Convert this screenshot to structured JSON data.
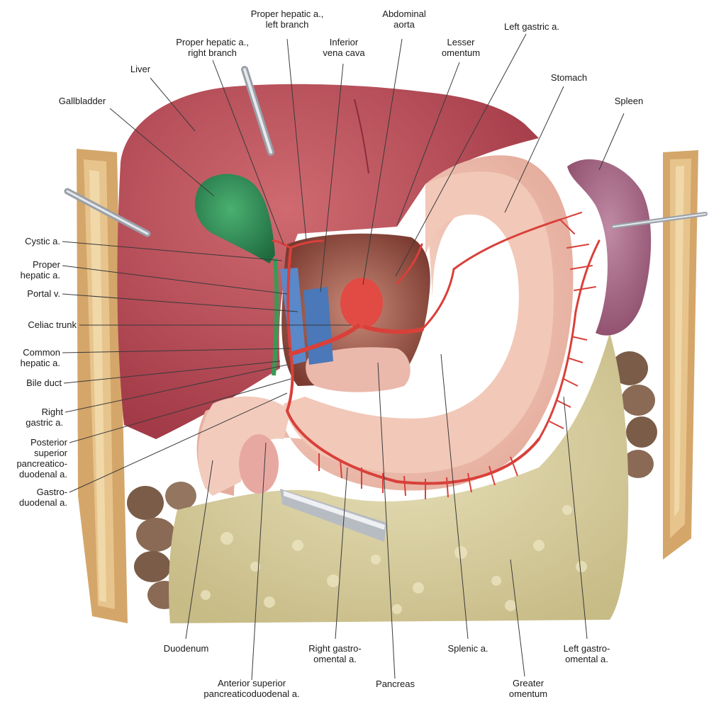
{
  "labels": {
    "proper_hepatic_left": "Proper hepatic a.,\nleft branch",
    "abdominal_aorta": "Abdominal\naorta",
    "left_gastric": "Left gastric a.",
    "proper_hepatic_right": "Proper hepatic a.,\nright branch",
    "inferior_vena_cava": "Inferior\nvena cava",
    "lesser_omentum": "Lesser\nomentum",
    "liver": "Liver",
    "stomach": "Stomach",
    "gallbladder": "Gallbladder",
    "spleen": "Spleen",
    "cystic": "Cystic a.",
    "proper_hepatic": "Proper\nhepatic a.",
    "portal_vein": "Portal v.",
    "celiac_trunk": "Celiac trunk",
    "common_hepatic": "Common\nhepatic a.",
    "bile_duct": "Bile duct",
    "right_gastric": "Right\ngastric a.",
    "posterior_superior_pd": "Posterior\nsuperior\npancreatico-\nduodenal a.",
    "gastroduodenal": "Gastro-\nduodenal a.",
    "duodenum": "Duodenum",
    "right_gastroomental": "Right gastro-\nomental a.",
    "splenic": "Splenic a.",
    "left_gastroomental": "Left gastro-\nomental a.",
    "anterior_superior_pd": "Anterior superior\npancreaticoduodenal a.",
    "pancreas": "Pancreas",
    "greater_omentum": "Greater\nomentum"
  },
  "colors": {
    "liver": "#b84a55",
    "gallbladder": "#2e8a55",
    "stomach": "#f0c3b4",
    "spleen": "#a1627e",
    "omentum": "#d8cfa0",
    "artery": "#d9403a",
    "vein": "#4a78b8",
    "bile_duct": "#3a9a55",
    "pancreas": "#e9b0a5",
    "body_wall": "#c8a070",
    "intestine": "#8a6a55"
  }
}
